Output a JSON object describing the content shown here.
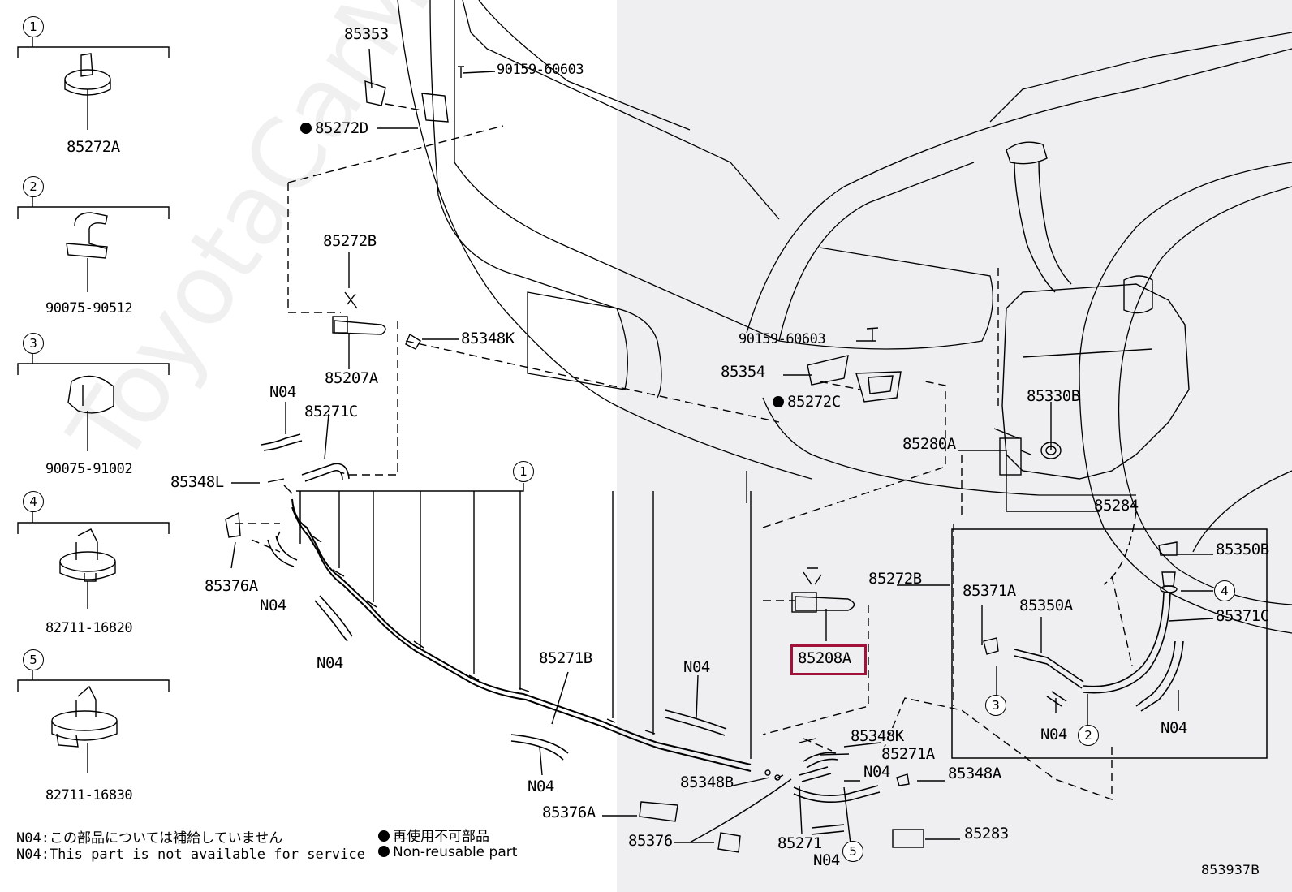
{
  "sidebar": {
    "clips": [
      {
        "num": "1",
        "part": "85272A"
      },
      {
        "num": "2",
        "part": "90075-90512"
      },
      {
        "num": "3",
        "part": "90075-91002"
      },
      {
        "num": "4",
        "part": "82711-16820"
      },
      {
        "num": "5",
        "part": "82711-16830"
      }
    ]
  },
  "labels": {
    "p85353": "85353",
    "p90159a": "90159-60603",
    "p85272D": "85272D",
    "p85272B_top": "85272B",
    "p85348K_top": "85348K",
    "p85207A": "85207A",
    "n04_a": "N04",
    "p85271C": "85271C",
    "p85348L": "85348L",
    "circle1": "1",
    "p85376A_left": "85376A",
    "n04_b": "N04",
    "n04_c": "N04",
    "p85271B": "85271B",
    "n04_d": "N04",
    "n04_e": "N04",
    "p85376A_bottom": "85376A",
    "p85376": "85376",
    "p85348B": "85348B",
    "p85271": "85271",
    "n04_f": "N04",
    "circle5_bottom": "5",
    "p90159b": "90159-60603",
    "p85354": "85354",
    "p85272C": "85272C",
    "p85330B": "85330B",
    "p85280A": "85280A",
    "p85284": "85284",
    "p85350B": "85350B",
    "p85272B_mid": "85272B",
    "p85371A": "85371A",
    "circle4": "4",
    "p85350A": "85350A",
    "p85371C": "85371C",
    "p85208A": "85208A",
    "circle3": "3",
    "n04_g": "N04",
    "circle2": "2",
    "n04_h": "N04",
    "p85348K_bottom": "85348K",
    "p85271A": "85271A",
    "n04_i": "N04",
    "p85348A": "85348A",
    "p85283": "85283"
  },
  "notes": {
    "jp": "N04:この部品については補給していません",
    "en": "N04:This part is not available for service"
  },
  "legend": {
    "jp": "再使用不可部品",
    "en": "Non-reusable part"
  },
  "watermark": "ToyotaCarMine.ru",
  "diagram_id": "853937B",
  "colors": {
    "highlight": "#a0123a",
    "shade": "#efeff1"
  }
}
